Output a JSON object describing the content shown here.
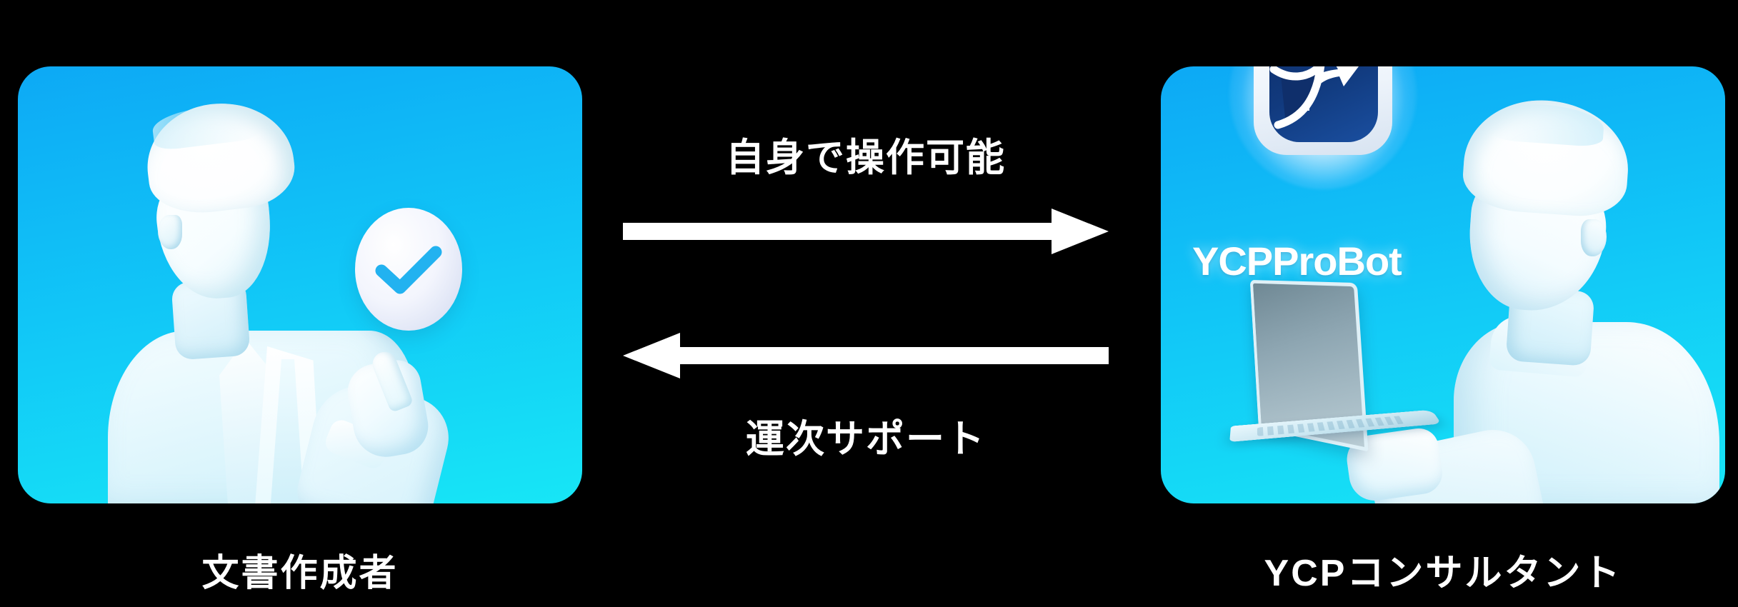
{
  "diagram": {
    "type": "two-node-bidirectional-flow",
    "background_color": "#000000",
    "card_gradient_from": "#0DA9F5",
    "card_gradient_to": "#17E6F6",
    "arrow_color": "#FFFFFF",
    "text_color": "#FFFFFF",
    "logo_navy": "#11397E",
    "check_color": "#22B2F0"
  },
  "left_node": {
    "caption": "文書作成者",
    "badge_icon": "check-circle-icon",
    "person_icon": "businessman-pointing-icon"
  },
  "right_node": {
    "caption": "YCPコンサルタント",
    "brand_name": "YCPProBot",
    "app_icon": "ycp-probot-arrow-logo-icon",
    "person_icon": "consultant-with-laptop-icon",
    "device_icon": "laptop-icon"
  },
  "flows": [
    {
      "id": "forward",
      "label": "自身で操作可能",
      "direction": "left-to-right",
      "icon": "arrow-right-icon"
    },
    {
      "id": "backward",
      "label": "運次サポート",
      "direction": "right-to-left",
      "icon": "arrow-left-icon"
    }
  ]
}
